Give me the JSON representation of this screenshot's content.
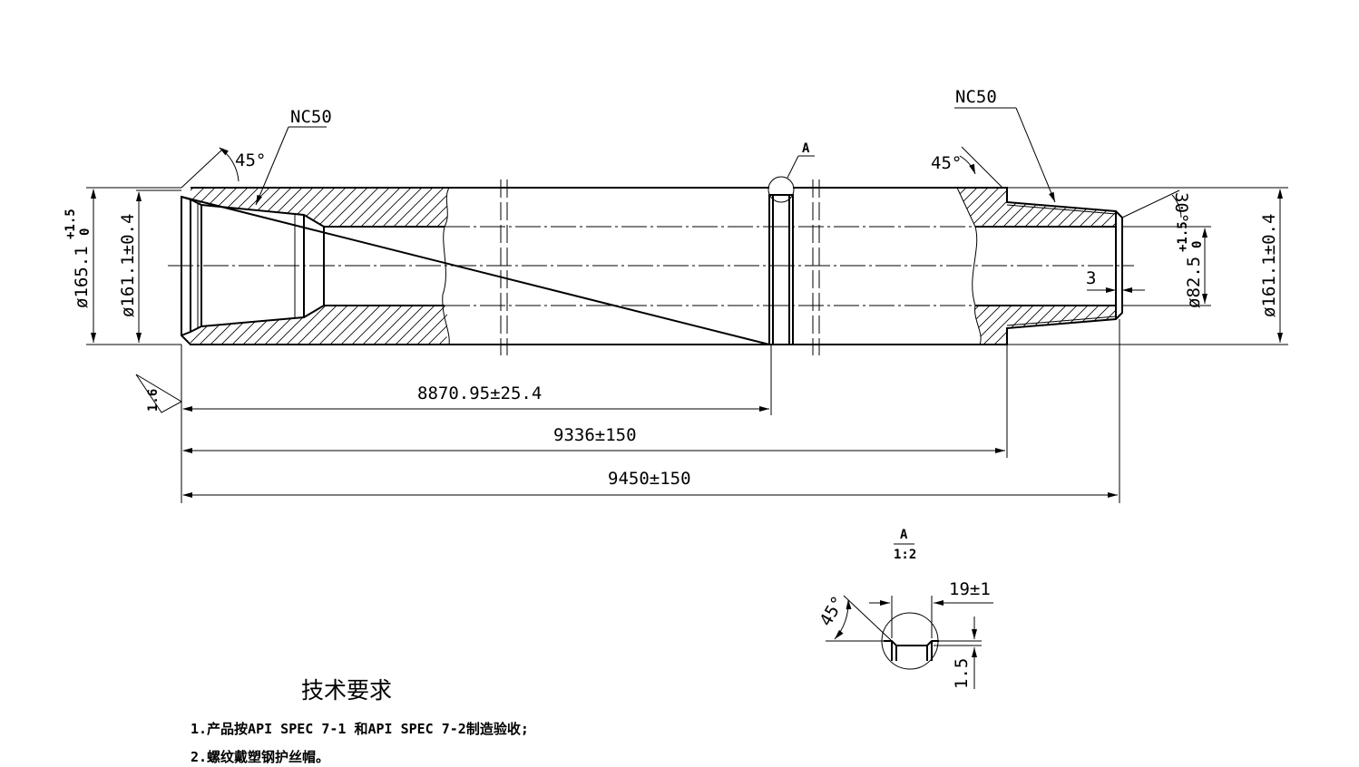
{
  "drawing": {
    "labels": {
      "thread_left": "NC50",
      "thread_right": "NC50",
      "chamfer_left": "45°",
      "chamfer_right": "45°",
      "chamfer_pin": "30°",
      "section_mark": "A",
      "pin_offset": "3",
      "roughness": "1.6"
    },
    "diameters": {
      "od_left_outer": "ø165.1",
      "od_left_outer_tol_upper": "+1.5",
      "od_left_outer_tol_lower": "0",
      "od_left": "ø161.1±0.4",
      "pin_dia": "ø82.5",
      "pin_dia_tol_upper": "+1.5",
      "pin_dia_tol_lower": "0",
      "od_right": "ø161.1±0.4"
    },
    "lengths": {
      "to_groove": "8870.95±25.4",
      "to_shoulder": "9336±150",
      "overall": "9450±150"
    },
    "detail": {
      "name": "A",
      "scale": "1:2",
      "angle": "45°",
      "width": "19±1",
      "depth": "1.5"
    }
  },
  "notes": {
    "title": "技术要求",
    "items": [
      "1.产品按API SPEC 7-1 和API SPEC 7-2制造验收;",
      "2.螺纹戴塑钢护丝帽。"
    ]
  }
}
